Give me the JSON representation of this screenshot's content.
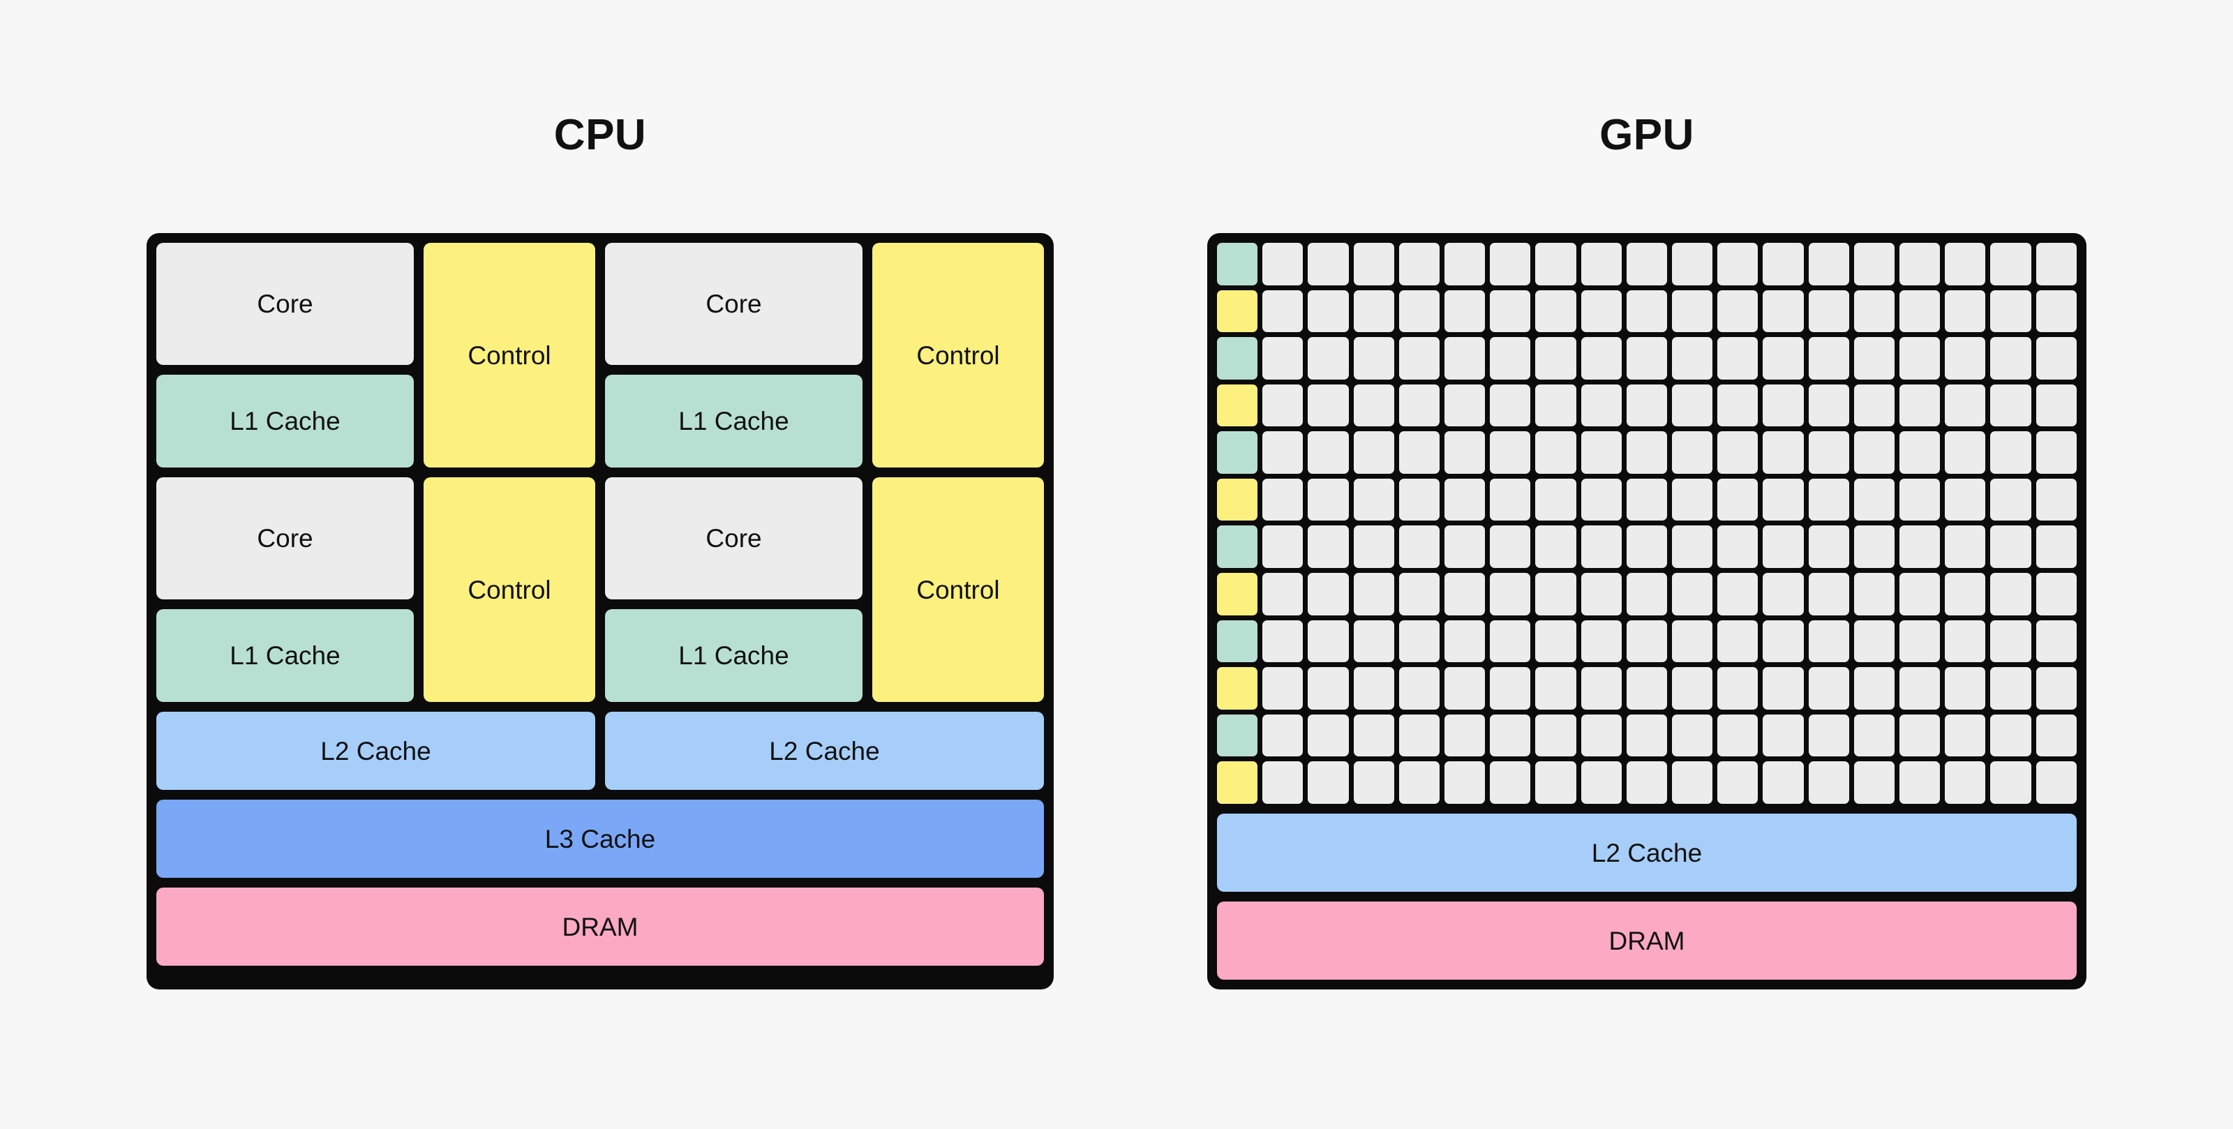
{
  "background_color": "#F7F7F7",
  "palette": {
    "border": "#0B0B0B",
    "core": "#ECECEC",
    "l1_cache": "#B8E0D2",
    "control": "#FCF07F",
    "l2_cache": "#A6CEF9",
    "l3_cache": "#7BA7F7",
    "dram": "#FCA9C4",
    "gpu_cell": "#ECECEC",
    "gpu_accent_mint": "#B8E0D2",
    "gpu_accent_yellow": "#FCF07F",
    "text": "#111111"
  },
  "cpu": {
    "title": "CPU",
    "core_rows": [
      {
        "groups": [
          {
            "core_label": "Core",
            "l1_label": "L1 Cache",
            "control_label": "Control"
          },
          {
            "core_label": "Core",
            "l1_label": "L1 Cache",
            "control_label": "Control"
          }
        ]
      },
      {
        "groups": [
          {
            "core_label": "Core",
            "l1_label": "L1 Cache",
            "control_label": "Control"
          },
          {
            "core_label": "Core",
            "l1_label": "L1 Cache",
            "control_label": "Control"
          }
        ]
      }
    ],
    "l2_blocks": [
      "L2 Cache",
      "L2 Cache"
    ],
    "l3_label": "L3 Cache",
    "dram_label": "DRAM"
  },
  "gpu": {
    "title": "GPU",
    "grid": {
      "columns": 19,
      "rows": 12,
      "accent_column_index": 0,
      "accent_sequence": [
        "mint",
        "yellow"
      ],
      "cell_color": "#ECECEC"
    },
    "l2_label": "L2 Cache",
    "dram_label": "DRAM"
  }
}
